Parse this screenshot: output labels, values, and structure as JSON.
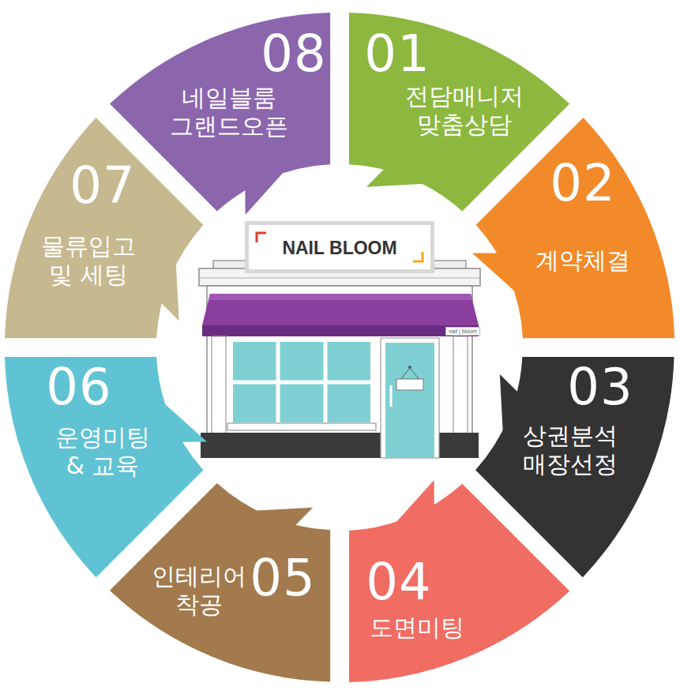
{
  "diagram": {
    "nodes": [
      {
        "text": [
          "01",
          "전담매니저 맞춤상담"
        ]
      },
      {
        "text": [
          "02",
          "계약체결"
        ]
      },
      {
        "text": [
          "03",
          "상권분석 매장선정"
        ]
      },
      {
        "text": [
          "04",
          "도면미팅"
        ]
      },
      {
        "text": [
          "05",
          "인테리어 착공"
        ]
      },
      {
        "text": [
          "06",
          "운영미팅 & 교육"
        ]
      },
      {
        "text": [
          "07",
          "물류입고 및 세팅"
        ]
      },
      {
        "text": [
          "08",
          "네일블룸 그랜드오픈"
        ]
      },
      {
        "text": [
          "NAIL BLOOM"
        ]
      }
    ],
    "labels": [
      "nail | bloom"
    ]
  }
}
